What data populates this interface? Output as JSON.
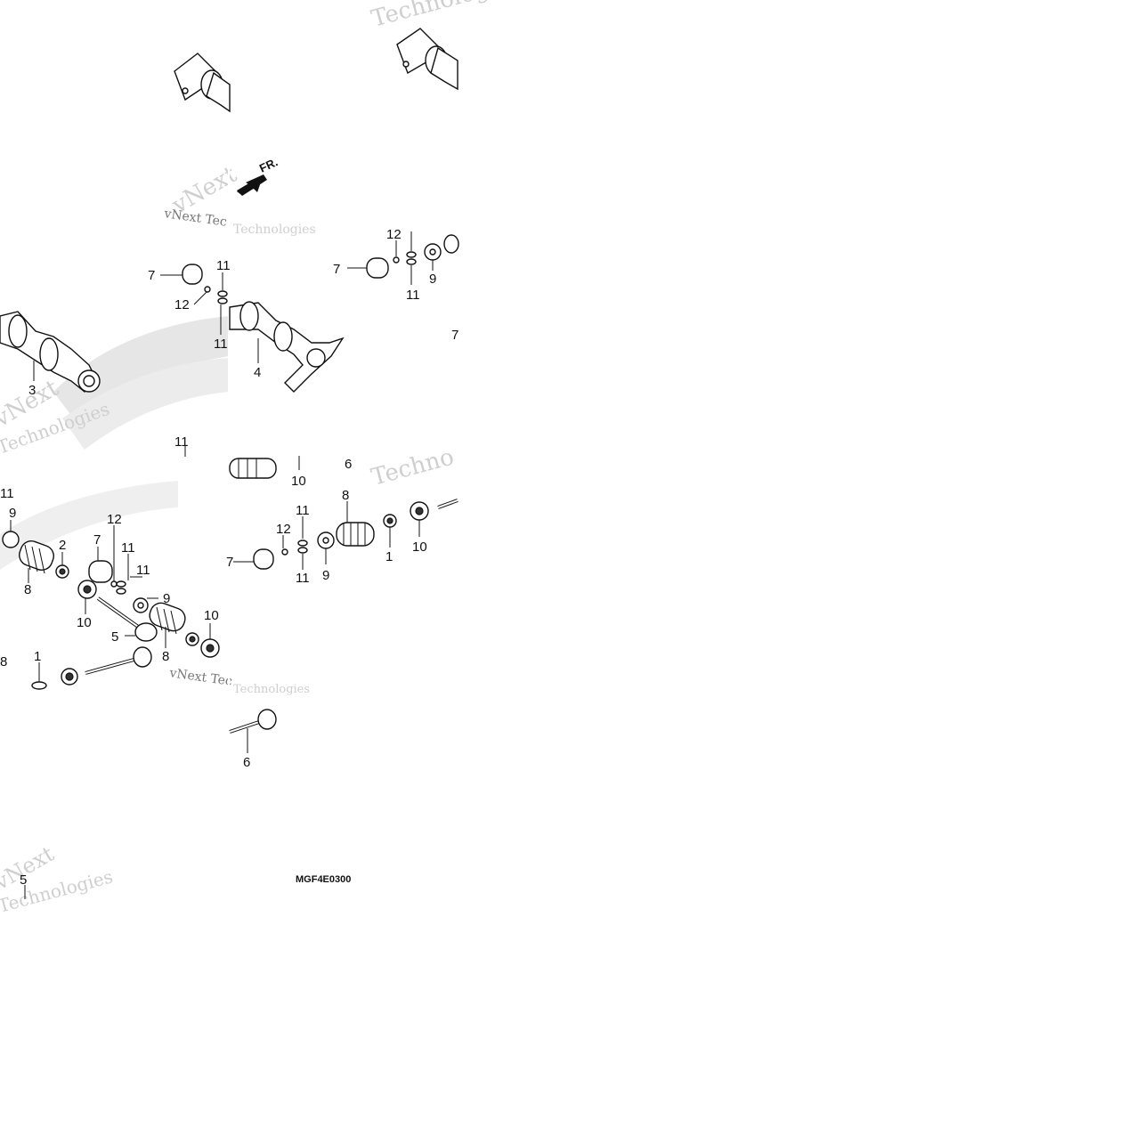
{
  "arrow": {
    "label": "FR."
  },
  "diagram_code": "MGF4E0300",
  "watermarks": {
    "brand_a": "vNext",
    "brand_b": "Technologies",
    "brand_c": "vNext Technologies",
    "brand_d": "Techno",
    "brand_e": "vNext Tec"
  },
  "callouts": {
    "c1a": "1",
    "c1b": "1",
    "c2": "2",
    "c3": "3",
    "c4": "4",
    "c5a": "5",
    "c5b": "5",
    "c6a": "6",
    "c6b": "6",
    "c7a": "7",
    "c7b": "7",
    "c7c": "7",
    "c7d": "7",
    "c7e": "7",
    "c8a": "8",
    "c8b": "8",
    "c8c": "8",
    "c8d": "8",
    "c9a": "9",
    "c9b": "9",
    "c9c": "9",
    "c9d": "9",
    "c10a": "10",
    "c10b": "10",
    "c10c": "10",
    "c10d": "10",
    "c11a": "11",
    "c11b": "11",
    "c11c": "11",
    "c11d": "11",
    "c11e": "11",
    "c11f": "11",
    "c11g": "11",
    "c11h": "11",
    "c11i": "11",
    "c12a": "12",
    "c12b": "12",
    "c12c": "12",
    "c12d": "12"
  }
}
